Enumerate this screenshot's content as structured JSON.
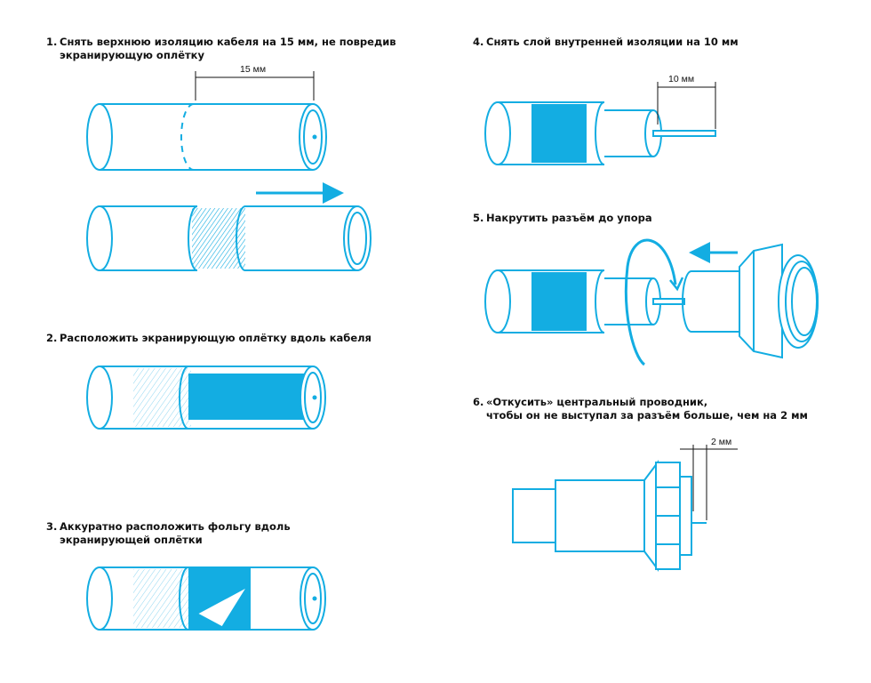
{
  "colors": {
    "cyan": "#13ade2",
    "ink": "#111111"
  },
  "steps": [
    {
      "num": "1.",
      "line1": "Снять верхнюю изоляцию кабеля на 15 мм, не повредив",
      "line2": "экранирующую оплётку"
    },
    {
      "num": "2.",
      "line1": "Расположить экранирующую оплётку вдоль кабеля"
    },
    {
      "num": "3.",
      "line1": "Аккуратно расположить фольгу вдоль",
      "line2": "экранирующей оплётки"
    },
    {
      "num": "4.",
      "line1": "Снять слой внутренней изоляции на 10 мм"
    },
    {
      "num": "5.",
      "line1": "Накрутить разъём до упора"
    },
    {
      "num": "6.",
      "line1": "«Откусить» центральный проводник,",
      "line2": "чтобы он не выступал за разъём больше, чем на 2 мм"
    }
  ],
  "dimensions": {
    "d15": "15 мм",
    "d10": "10 мм",
    "d2": "2 мм"
  }
}
